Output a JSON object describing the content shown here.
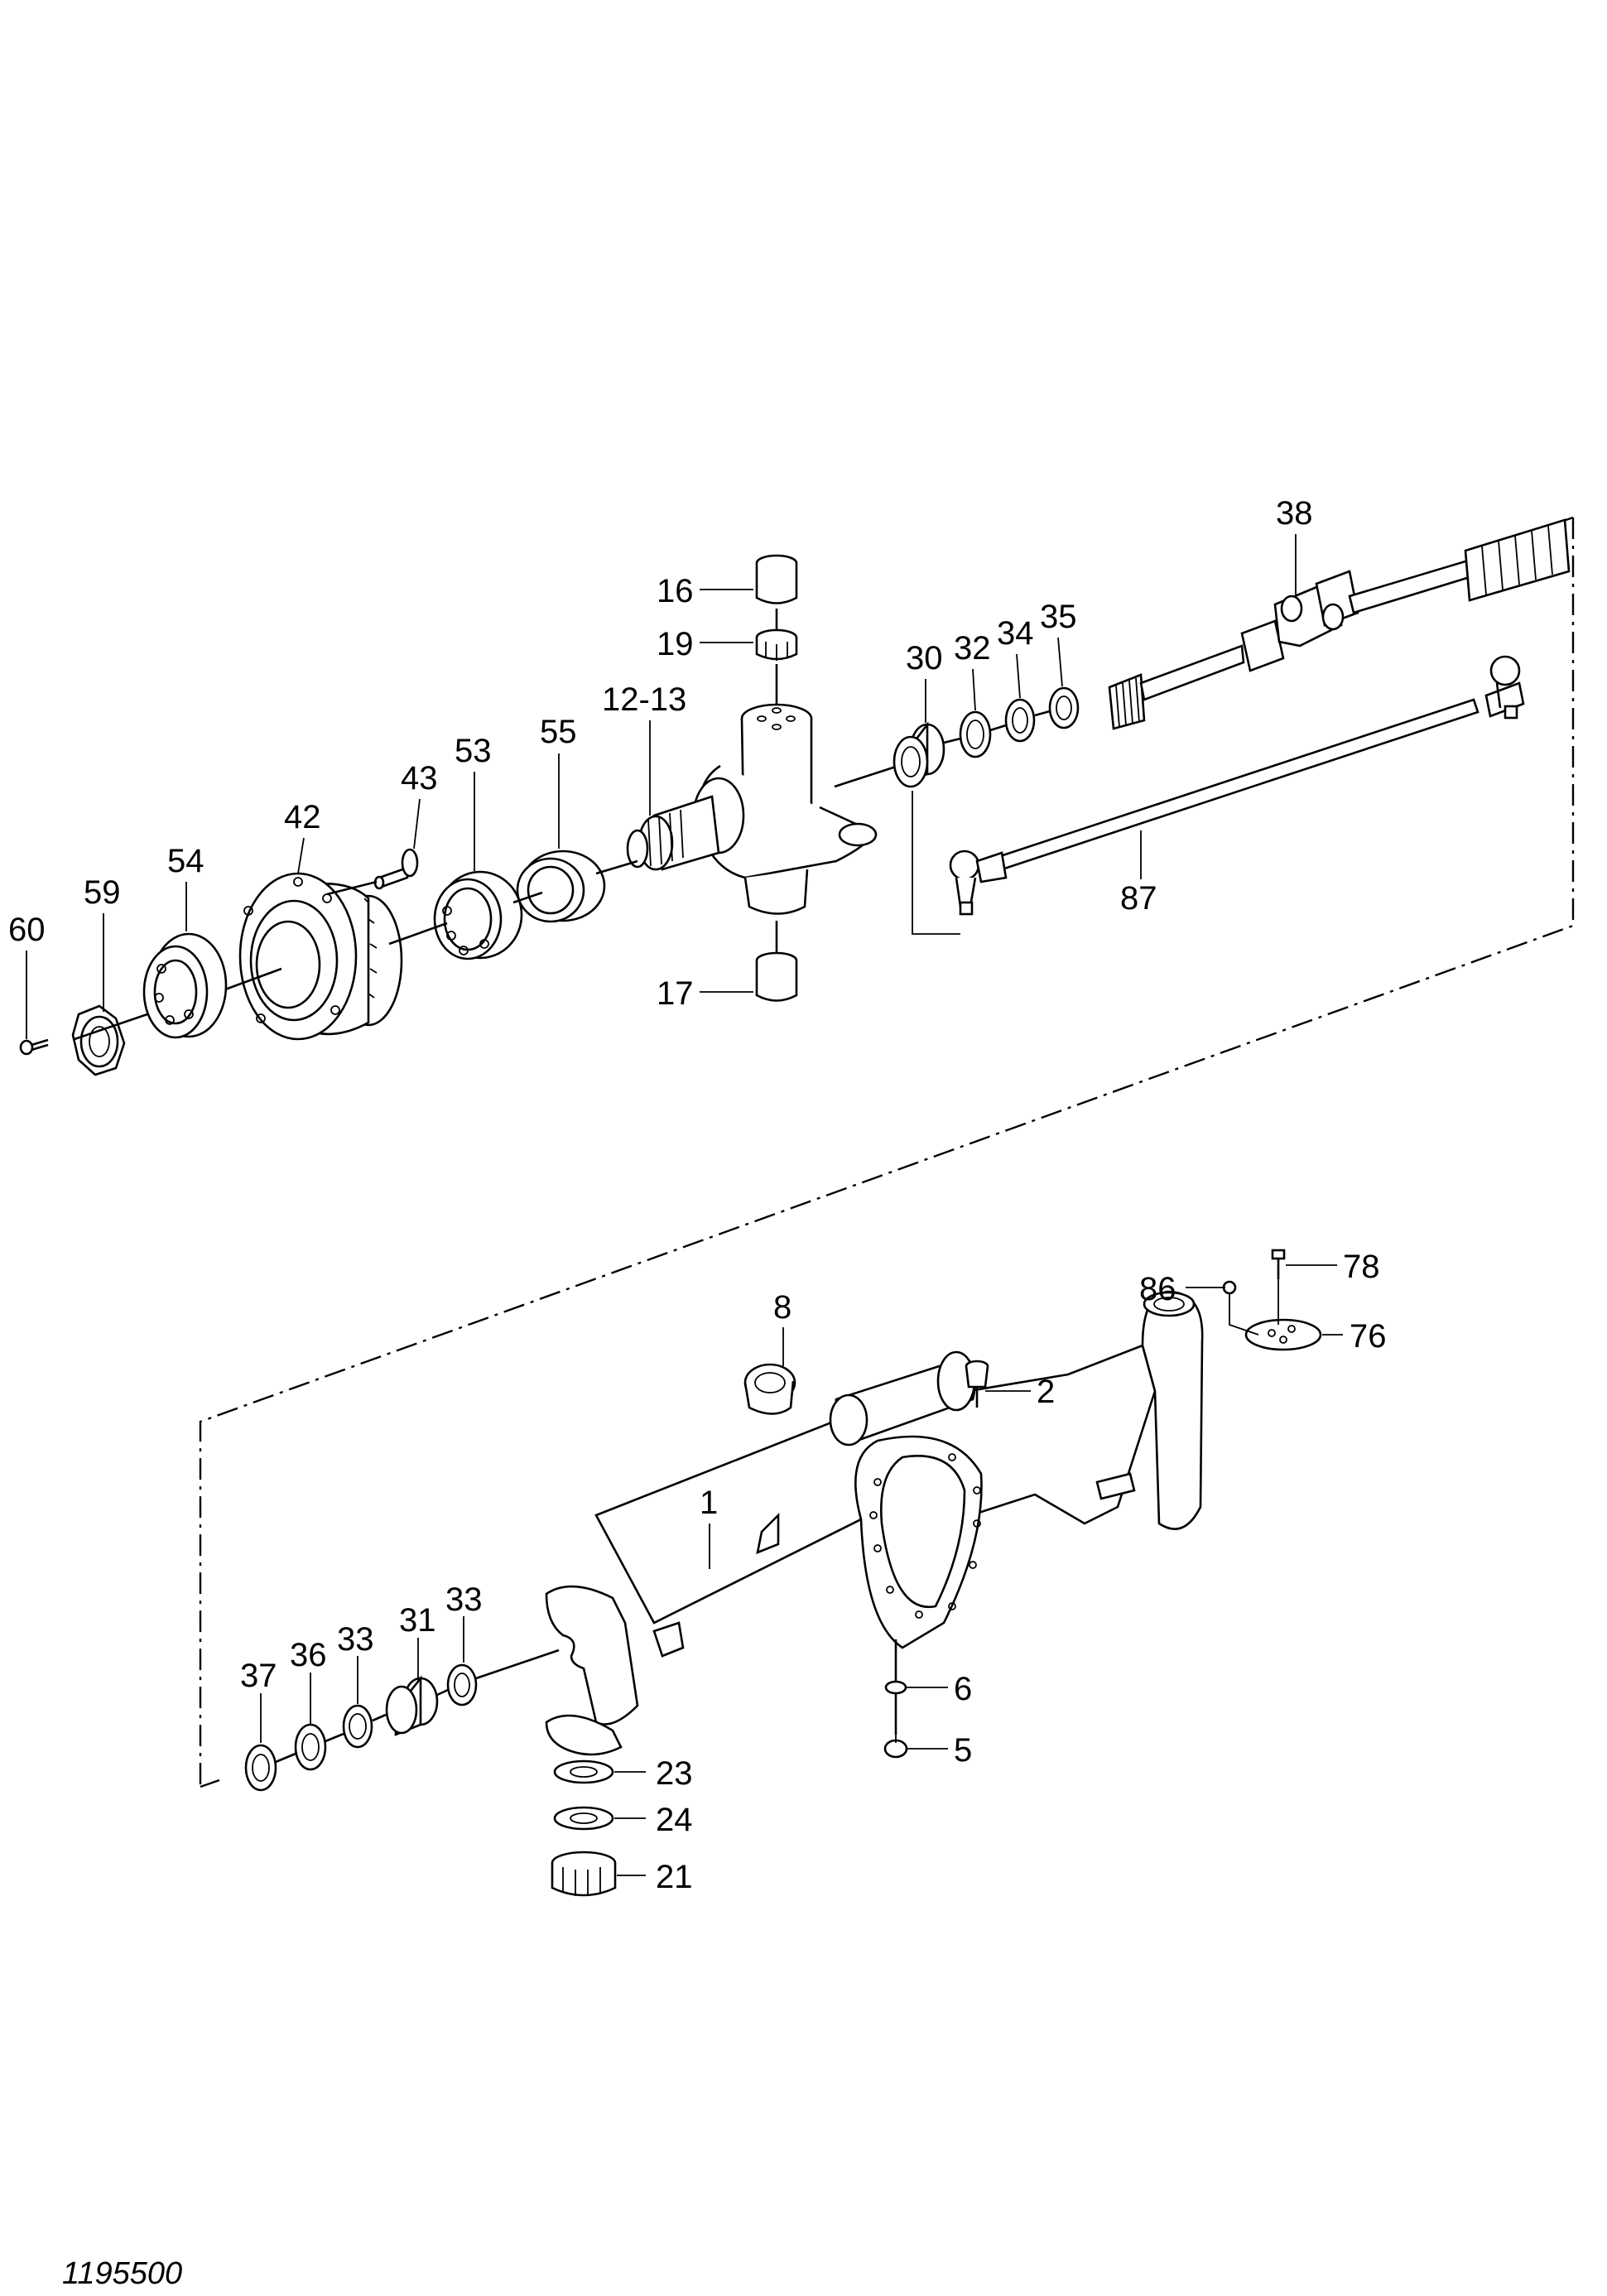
{
  "drawing_number": "1195500",
  "part_callouts": [
    "1",
    "2",
    "5",
    "6",
    "8",
    "12-13",
    "16",
    "17",
    "19",
    "21",
    "23",
    "24",
    "30",
    "31",
    "32",
    "33",
    "34",
    "35",
    "36",
    "37",
    "38",
    "42",
    "43",
    "53",
    "54",
    "55",
    "59",
    "60",
    "76",
    "78",
    "86",
    "87"
  ],
  "callouts": {
    "c1": "1",
    "c2": "2",
    "c5": "5",
    "c6": "6",
    "c8": "8",
    "c12_13": "12-13",
    "c16": "16",
    "c17": "17",
    "c19": "19",
    "c21": "21",
    "c23": "23",
    "c24": "24",
    "c30": "30",
    "c31": "31",
    "c32": "32",
    "c33a": "33",
    "c33b": "33",
    "c34": "34",
    "c35": "35",
    "c36": "36",
    "c37": "37",
    "c38": "38",
    "c42": "42",
    "c43": "43",
    "c53": "53",
    "c54": "54",
    "c55": "55",
    "c59": "59",
    "c60": "60",
    "c76": "76",
    "c78": "78",
    "c86": "86",
    "c87": "87"
  }
}
